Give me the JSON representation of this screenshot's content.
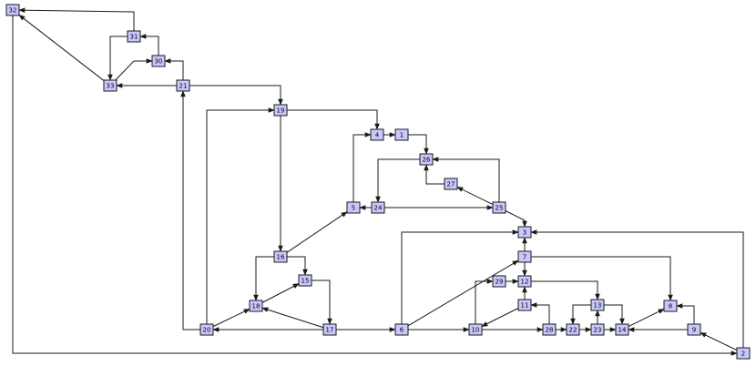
{
  "diagram": {
    "type": "directed-graph",
    "node_fill": "#c8c8ff",
    "stroke": "#1a1a1a",
    "nodes": [
      {
        "id": "1",
        "label": "1"
      },
      {
        "id": "2",
        "label": "2"
      },
      {
        "id": "3",
        "label": "3"
      },
      {
        "id": "4",
        "label": "4"
      },
      {
        "id": "5",
        "label": "5"
      },
      {
        "id": "6",
        "label": "6"
      },
      {
        "id": "7",
        "label": "7"
      },
      {
        "id": "8",
        "label": "8"
      },
      {
        "id": "9",
        "label": "9"
      },
      {
        "id": "10",
        "label": "10"
      },
      {
        "id": "11",
        "label": "11"
      },
      {
        "id": "12",
        "label": "12"
      },
      {
        "id": "13",
        "label": "13"
      },
      {
        "id": "14",
        "label": "14"
      },
      {
        "id": "15",
        "label": "15"
      },
      {
        "id": "16",
        "label": "16"
      },
      {
        "id": "17",
        "label": "17"
      },
      {
        "id": "18",
        "label": "18"
      },
      {
        "id": "19",
        "label": "19"
      },
      {
        "id": "20",
        "label": "20"
      },
      {
        "id": "21",
        "label": "21"
      },
      {
        "id": "22",
        "label": "22"
      },
      {
        "id": "23",
        "label": "23"
      },
      {
        "id": "24",
        "label": "24"
      },
      {
        "id": "25",
        "label": "25"
      },
      {
        "id": "26",
        "label": "26"
      },
      {
        "id": "27",
        "label": "27"
      },
      {
        "id": "28",
        "label": "28"
      },
      {
        "id": "29",
        "label": "29"
      },
      {
        "id": "30",
        "label": "30"
      },
      {
        "id": "31",
        "label": "31"
      },
      {
        "id": "32",
        "label": "32"
      },
      {
        "id": "33",
        "label": "33"
      }
    ],
    "edges": [
      {
        "from": "31",
        "to": "32"
      },
      {
        "from": "33",
        "to": "32"
      },
      {
        "from": "32",
        "to": "2"
      },
      {
        "from": "31",
        "to": "33"
      },
      {
        "from": "30",
        "to": "31"
      },
      {
        "from": "33",
        "to": "30"
      },
      {
        "from": "21",
        "to": "30"
      },
      {
        "from": "21",
        "to": "33"
      },
      {
        "from": "21",
        "to": "19"
      },
      {
        "from": "20",
        "to": "21"
      },
      {
        "from": "19",
        "to": "4"
      },
      {
        "from": "19",
        "to": "16"
      },
      {
        "from": "20",
        "to": "19"
      },
      {
        "from": "4",
        "to": "1"
      },
      {
        "from": "1",
        "to": "26"
      },
      {
        "from": "5",
        "to": "4"
      },
      {
        "from": "26",
        "to": "24"
      },
      {
        "from": "27",
        "to": "26"
      },
      {
        "from": "25",
        "to": "27"
      },
      {
        "from": "25",
        "to": "26"
      },
      {
        "from": "24",
        "to": "5"
      },
      {
        "from": "24",
        "to": "25"
      },
      {
        "from": "25",
        "to": "3"
      },
      {
        "from": "16",
        "to": "5"
      },
      {
        "from": "16",
        "to": "18"
      },
      {
        "from": "16",
        "to": "15"
      },
      {
        "from": "15",
        "to": "17"
      },
      {
        "from": "18",
        "to": "15"
      },
      {
        "from": "17",
        "to": "18"
      },
      {
        "from": "20",
        "to": "18"
      },
      {
        "from": "17",
        "to": "20"
      },
      {
        "from": "17",
        "to": "6"
      },
      {
        "from": "6",
        "to": "3"
      },
      {
        "from": "6",
        "to": "7"
      },
      {
        "from": "6",
        "to": "10"
      },
      {
        "from": "7",
        "to": "3"
      },
      {
        "from": "7",
        "to": "12"
      },
      {
        "from": "7",
        "to": "8"
      },
      {
        "from": "10",
        "to": "29"
      },
      {
        "from": "29",
        "to": "12"
      },
      {
        "from": "11",
        "to": "12"
      },
      {
        "from": "11",
        "to": "10"
      },
      {
        "from": "12",
        "to": "13"
      },
      {
        "from": "10",
        "to": "28"
      },
      {
        "from": "28",
        "to": "11"
      },
      {
        "from": "28",
        "to": "22"
      },
      {
        "from": "13",
        "to": "22"
      },
      {
        "from": "22",
        "to": "23"
      },
      {
        "from": "23",
        "to": "13"
      },
      {
        "from": "13",
        "to": "14"
      },
      {
        "from": "23",
        "to": "14"
      },
      {
        "from": "14",
        "to": "8"
      },
      {
        "from": "9",
        "to": "14"
      },
      {
        "from": "9",
        "to": "8"
      },
      {
        "from": "2",
        "to": "9"
      },
      {
        "from": "2",
        "to": "3"
      }
    ]
  }
}
